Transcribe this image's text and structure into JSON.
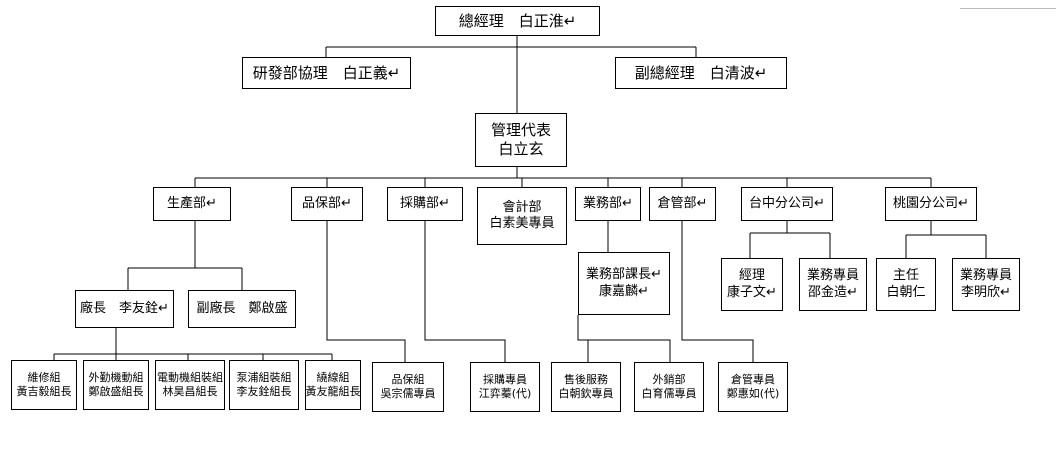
{
  "org": {
    "gm": "總經理　白正淮↵",
    "rd": "研發部協理　白正義↵",
    "vgm": "副總經理　白清波↵",
    "mgmt_rep": [
      "管理代表",
      "白立玄"
    ],
    "dept_production": "生產部↵",
    "dept_qa": "品保部↵",
    "dept_purchase": "採購部↵",
    "dept_accounting": [
      "會計部",
      "白素美專員"
    ],
    "dept_sales": "業務部↵",
    "dept_warehouse": "倉管部↵",
    "branch_taichung": "台中分公司↵",
    "branch_taoyuan": "桃園分公司↵",
    "factory_director": "廠長　李友銓↵",
    "deputy_director": "副廠長　鄭啟盛",
    "sales_section_chief": [
      "業務部課長↵",
      "康嘉麟↵"
    ],
    "tc_manager": [
      "經理",
      "康子文↵"
    ],
    "tc_sales_rep": [
      "業務專員",
      "邵金造↵"
    ],
    "ty_supervisor": [
      "主任",
      "白朝仁"
    ],
    "ty_sales_rep": [
      "業務專員",
      "李明欣↵"
    ],
    "maintenance": [
      "維修組",
      "黃吉毅組長"
    ],
    "outsourcing": [
      "外勤機動組",
      "鄭啟盛組長"
    ],
    "motor_assembly": [
      "電動機組裝組",
      "林昊昌組長"
    ],
    "pump_assembly": [
      "泵浦組裝組",
      "李友銓組長"
    ],
    "winding": [
      "繞線組",
      "黃友龍組長"
    ],
    "qa_team": [
      "品保組",
      "吳宗儒專員"
    ],
    "purchase_staff": [
      "採購專員",
      "江弈蓁(代)"
    ],
    "after_sales": [
      "售後服務",
      "白朝欽專員"
    ],
    "export_dept": [
      "外銷部",
      "白育儒專員"
    ],
    "warehouse_staff": [
      "倉管專員",
      "鄭惠如(代)"
    ]
  }
}
